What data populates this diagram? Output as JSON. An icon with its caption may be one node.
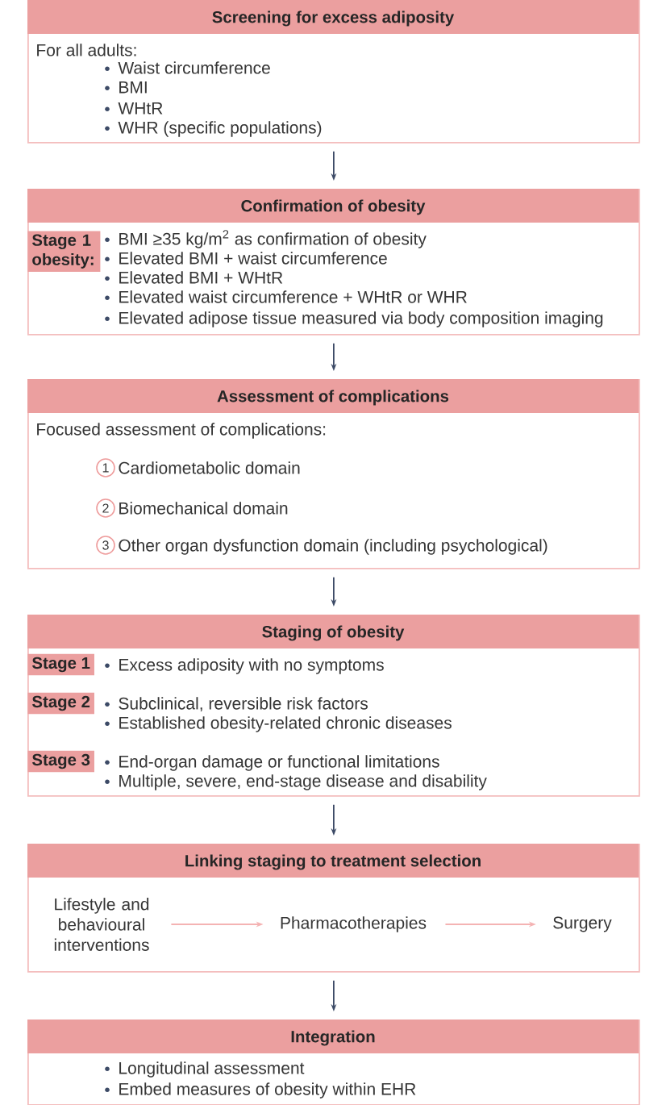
{
  "diagram": {
    "nodes": [
      {
        "text": [
          "Screening for excess adiposity",
          "For all adults:",
          "Waist circumference",
          "BMI",
          "WHtR",
          "WHR (specific populations)"
        ]
      },
      {
        "text": [
          "Confirmation of obesity",
          "BMI ≥35 kg/m$^{2}$ as confirmation of obesity",
          "Elevated BMI + waist circumference",
          "Elevated BMI + WHtR",
          "Elevated waist circumference + WHtR or WHR",
          "Elevated adipose tissue measured via body composition imaging"
        ]
      },
      {
        "text": [
          "Stage 1 obesity:"
        ],
        "in": 1
      },
      {
        "text": [
          "Assessment of complications",
          "Focused assessment of complications:",
          "Cardiometabolic domain",
          "Biomechanical domain",
          "Other organ dysfunction domain (including psychological)"
        ]
      },
      {
        "text": [
          "1"
        ],
        "in": 3
      },
      {
        "text": [
          "2"
        ],
        "in": 3
      },
      {
        "text": [
          "3"
        ],
        "in": 3
      },
      {
        "text": [
          "Staging of obesity",
          "Excess adiposity with no symptoms",
          "Subclinical, reversible risk factors",
          "Established obesity-related chronic diseases",
          "End-organ damage or functional limitations",
          "Multiple, severe, end-stage disease and disability"
        ]
      },
      {
        "text": [
          "Stage 1"
        ],
        "in": 7
      },
      {
        "text": [
          "Stage 2"
        ],
        "in": 7
      },
      {
        "text": [
          "Stage 3"
        ],
        "in": 7
      },
      {
        "text": [
          "Linking staging to treatment selection"
        ]
      },
      {
        "text": [
          "Lifestyle and behavioural interventions"
        ],
        "in": 11
      },
      {
        "text": [
          "Pharmacotherapies"
        ],
        "in": 11
      },
      {
        "text": [
          "Surgery"
        ],
        "in": 11
      },
      {
        "text": [
          "Integration",
          "Longitudinal assessment",
          "Embed measures of obesity within EHR"
        ]
      }
    ],
    "edges": [
      {
        "from": 0,
        "to": 1,
        "arrow": "to"
      },
      {
        "from": 1,
        "to": 3,
        "arrow": "to"
      },
      {
        "from": 3,
        "to": 7,
        "arrow": "to"
      },
      {
        "from": 7,
        "to": 11,
        "arrow": "to"
      },
      {
        "from": 11,
        "to": 15,
        "arrow": "to"
      },
      {
        "from": 12,
        "to": 13,
        "arrow": "to",
        "color": "#f4b3b3"
      },
      {
        "from": 13,
        "to": 14,
        "arrow": "to",
        "color": "#f4b3b3"
      }
    ]
  }
}
